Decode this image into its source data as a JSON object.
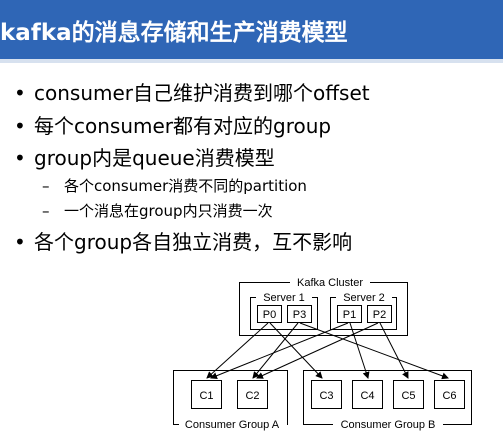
{
  "title": "kafka的消息存储和生产消费模型",
  "bullets": [
    {
      "text": "consumer自己维护消费到哪个offset",
      "sub": []
    },
    {
      "text": "每个consumer都有对应的group",
      "sub": []
    },
    {
      "text": "group内是queue消费模型",
      "sub": [
        "各个consumer消费不同的partition",
        "一个消息在group内只消费一次"
      ]
    },
    {
      "text": "各个group各自独立消费，互不影响",
      "sub": []
    }
  ],
  "bullet_glyph": "•",
  "sub_bullet_glyph": "–",
  "diagram": {
    "cluster_label": "Kafka Cluster",
    "servers": [
      {
        "label": "Server 1",
        "partitions": [
          "P0",
          "P3"
        ]
      },
      {
        "label": "Server 2",
        "partitions": [
          "P1",
          "P2"
        ]
      }
    ],
    "groups": [
      {
        "label": "Consumer Group A",
        "consumers": [
          "C1",
          "C2"
        ]
      },
      {
        "label": "Consumer Group B",
        "consumers": [
          "C3",
          "C4",
          "C5",
          "C6"
        ]
      }
    ]
  },
  "colors": {
    "title_bar": "#2f66b6",
    "title_text": "#ffffff",
    "title_underline": "#d7e1ef"
  }
}
